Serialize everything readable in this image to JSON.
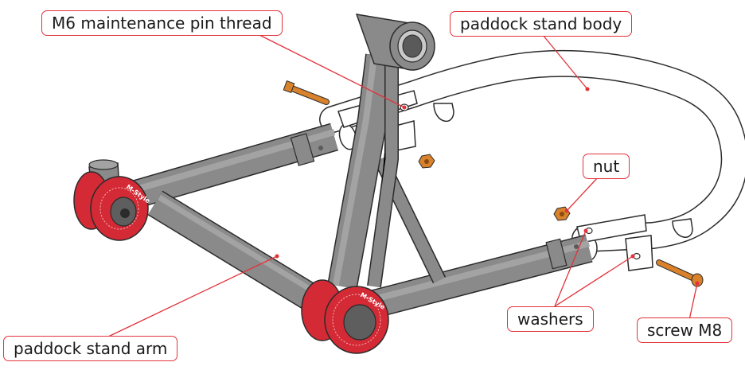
{
  "callouts": {
    "pin_thread": "M6 maintenance pin thread",
    "stand_body": "paddock stand body",
    "nut": "nut",
    "washers": "washers",
    "screw": "screw M8",
    "stand_arm": "paddock stand arm"
  },
  "wheel_logo": "M-Style",
  "colors": {
    "callout_border": "#e2323a",
    "leader_line": "#e2323a",
    "arm_grey": "#8a8a8a",
    "arm_grey_light": "#a3a3a3",
    "outline": "#2b2b2b",
    "wheel_red": "#d42a35",
    "body_white": "#ffffff",
    "bolt_orange": "#d9822b"
  }
}
